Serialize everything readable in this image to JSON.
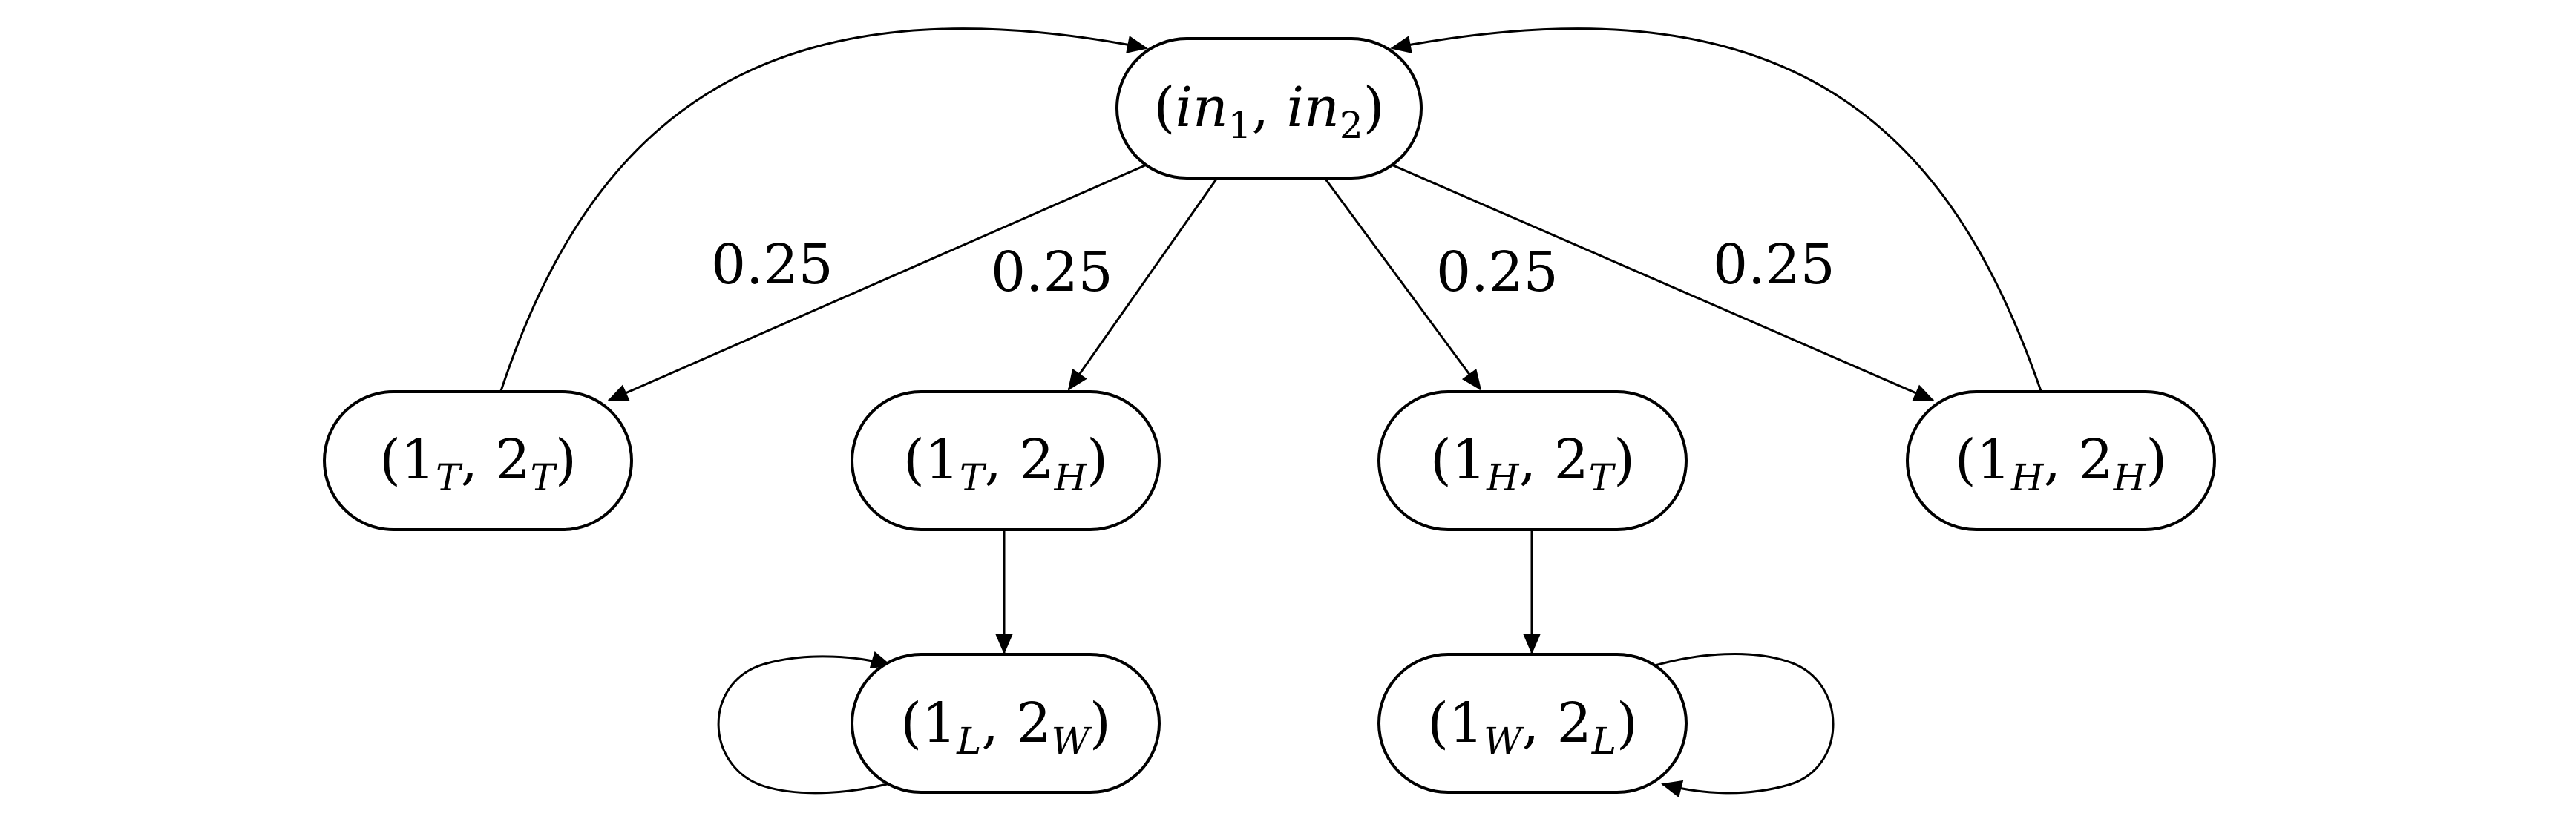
{
  "colors": {
    "stroke": "#000000",
    "background": "#ffffff"
  },
  "nodes": [
    {
      "id": "in",
      "parts": [
        {
          "t": "(",
          "rm": true
        },
        {
          "t": "in"
        },
        {
          "t": "1",
          "sub": true,
          "rm": true
        },
        {
          "t": ", ",
          "rm": true
        },
        {
          "t": "in"
        },
        {
          "t": "2",
          "sub": true,
          "rm": true
        },
        {
          "t": ")",
          "rm": true
        }
      ]
    },
    {
      "id": "TT",
      "parts": [
        {
          "t": "(1",
          "rm": true
        },
        {
          "t": "T",
          "sub": true
        },
        {
          "t": ", 2",
          "rm": true
        },
        {
          "t": "T",
          "sub": true
        },
        {
          "t": ")",
          "rm": true
        }
      ]
    },
    {
      "id": "TH",
      "parts": [
        {
          "t": "(1",
          "rm": true
        },
        {
          "t": "T",
          "sub": true
        },
        {
          "t": ", 2",
          "rm": true
        },
        {
          "t": "H",
          "sub": true
        },
        {
          "t": ")",
          "rm": true
        }
      ]
    },
    {
      "id": "HT",
      "parts": [
        {
          "t": "(1",
          "rm": true
        },
        {
          "t": "H",
          "sub": true
        },
        {
          "t": ", 2",
          "rm": true
        },
        {
          "t": "T",
          "sub": true
        },
        {
          "t": ")",
          "rm": true
        }
      ]
    },
    {
      "id": "HH",
      "parts": [
        {
          "t": "(1",
          "rm": true
        },
        {
          "t": "H",
          "sub": true
        },
        {
          "t": ", 2",
          "rm": true
        },
        {
          "t": "H",
          "sub": true
        },
        {
          "t": ")",
          "rm": true
        }
      ]
    },
    {
      "id": "LW",
      "parts": [
        {
          "t": "(1",
          "rm": true
        },
        {
          "t": "L",
          "sub": true
        },
        {
          "t": ", 2",
          "rm": true
        },
        {
          "t": "W",
          "sub": true
        },
        {
          "t": ")",
          "rm": true
        }
      ]
    },
    {
      "id": "WL",
      "parts": [
        {
          "t": "(1",
          "rm": true
        },
        {
          "t": "W",
          "sub": true
        },
        {
          "t": ", 2",
          "rm": true
        },
        {
          "t": "L",
          "sub": true
        },
        {
          "t": ")",
          "rm": true
        }
      ]
    }
  ],
  "edges": [
    {
      "from": "in",
      "to": "TT",
      "label": "0.25"
    },
    {
      "from": "in",
      "to": "TH",
      "label": "0.25"
    },
    {
      "from": "in",
      "to": "HT",
      "label": "0.25"
    },
    {
      "from": "in",
      "to": "HH",
      "label": "0.25"
    },
    {
      "from": "TT",
      "to": "in",
      "label": ""
    },
    {
      "from": "HH",
      "to": "in",
      "label": ""
    },
    {
      "from": "TH",
      "to": "LW",
      "label": ""
    },
    {
      "from": "HT",
      "to": "WL",
      "label": ""
    },
    {
      "from": "LW",
      "to": "LW",
      "label": ""
    },
    {
      "from": "WL",
      "to": "WL",
      "label": ""
    }
  ]
}
